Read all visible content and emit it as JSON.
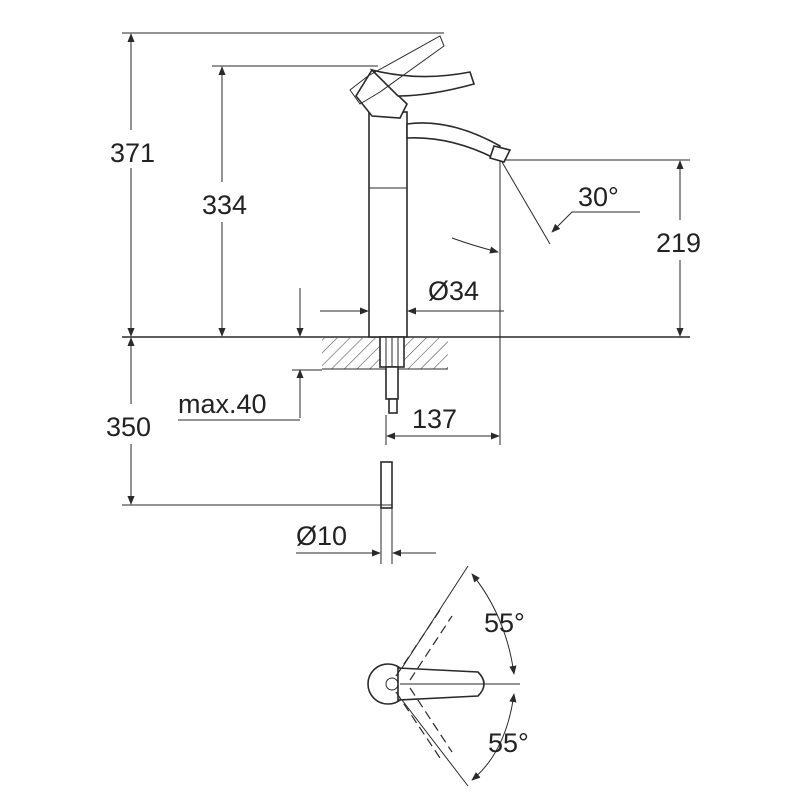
{
  "dimensions": {
    "total_height": "371",
    "lever_height": "334",
    "spout_height": "219",
    "spout_angle": "30°",
    "body_diameter": "Ø34",
    "below_deck": "350",
    "max_deck": "max.40",
    "spout_reach": "137",
    "hose_diameter": "Ø10",
    "rotation_up": "55°",
    "rotation_down": "55°"
  },
  "colors": {
    "line": "#2a2a2a",
    "background": "#ffffff"
  }
}
